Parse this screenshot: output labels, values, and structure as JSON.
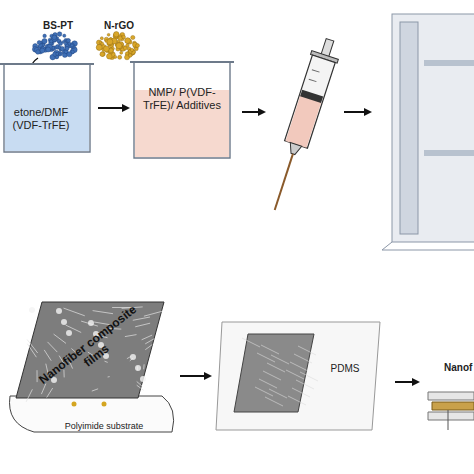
{
  "diagram": {
    "nodes": [
      {
        "text": [
          "etone/DMF (VDF-TrFE)"
        ]
      },
      {
        "text": [
          "NMP/ P(VDF-TrFE)/ Additives"
        ]
      },
      {
        "text": [
          "Polyimide substrate"
        ]
      },
      {
        "text": [
          "Nanofiber composite films"
        ],
        "in": 2
      },
      {
        "text": [
          "PDMS"
        ]
      }
    ],
    "edges": [
      {
        "from": 0,
        "to": 1,
        "arrow": "to"
      },
      {
        "from": 2,
        "to": 4,
        "arrow": "to"
      }
    ],
    "labels": [
      "BS-PT",
      "N-rGO",
      "Nanof"
    ]
  }
}
